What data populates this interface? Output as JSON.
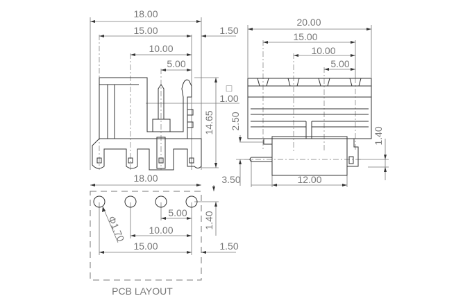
{
  "front_view": {
    "dim_overall": "18.00",
    "dim_pitch_total": "15.00",
    "dim_10": "10.00",
    "dim_5": "5.00",
    "dim_edge": "1.50",
    "dim_height": "14.65",
    "dim_pin_square": "□",
    "dim_pin_size": "1.00",
    "dim_2_50": "2.50"
  },
  "side_view": {
    "dim_overall": "20.00",
    "dim_pitch_total": "15.00",
    "dim_10": "10.00",
    "dim_5": "5.00",
    "dim_1_40": "1.40",
    "dim_3_50": "3.50",
    "dim_12": "12.00"
  },
  "pcb_layout": {
    "title": "PCB LAYOUT",
    "dim_overall": "18.00",
    "dim_5": "5.00",
    "dim_10": "10.00",
    "dim_15": "15.00",
    "dim_edge": "1.50",
    "dim_row": "1.40",
    "dim_hole": "Φ1.70"
  }
}
